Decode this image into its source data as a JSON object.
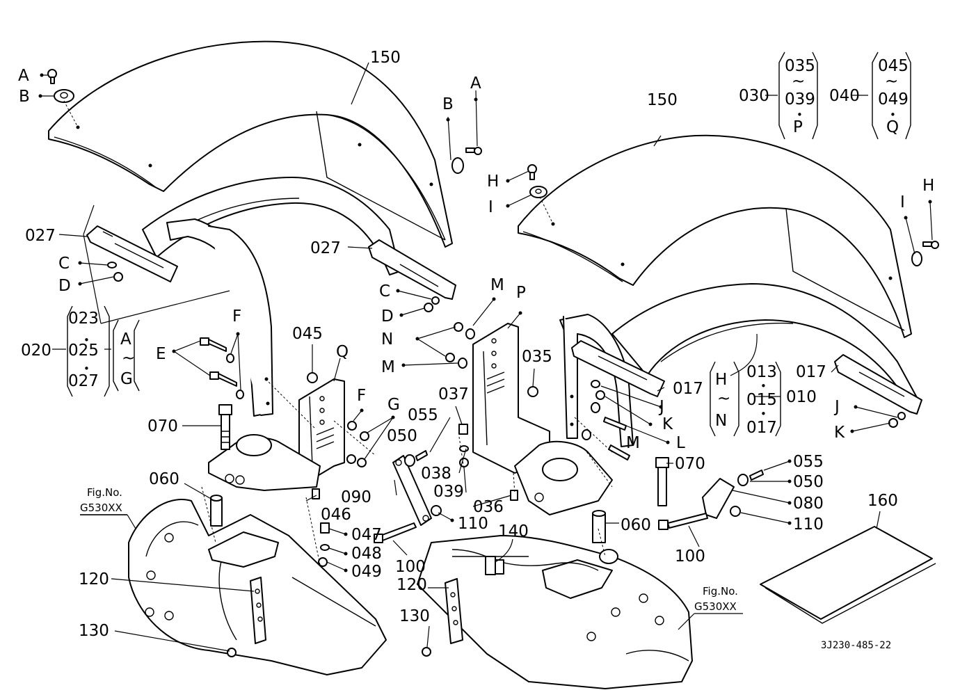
{
  "labels": {
    "p150": "150",
    "p027": "027",
    "p020": "020",
    "p023": "023",
    "p025": "025",
    "p010": "010",
    "p013": "013",
    "p015": "015",
    "p017": "017",
    "p030": "030",
    "p035": "035",
    "p037": "037",
    "p038": "038",
    "p039": "039",
    "p036": "036",
    "p040": "040",
    "p045": "045",
    "p046": "046",
    "p047": "047",
    "p048": "048",
    "p049": "049",
    "p050": "050",
    "p055": "055",
    "p060": "060",
    "p070": "070",
    "p080": "080",
    "p090": "090",
    "p100": "100",
    "p110": "110",
    "p120": "120",
    "p130": "130",
    "p140": "140",
    "p160": "160",
    "A": "A",
    "B": "B",
    "C": "C",
    "D": "D",
    "E": "E",
    "F": "F",
    "G": "G",
    "H": "H",
    "I": "I",
    "J": "J",
    "K": "K",
    "L": "L",
    "M": "M",
    "N": "N",
    "P": "P",
    "Q": "Q",
    "tilde": "~",
    "bullet": "•",
    "fig_label": "Fig.No.",
    "fig_ref": "G530XX",
    "drawing_code": "3J230-485-22"
  }
}
